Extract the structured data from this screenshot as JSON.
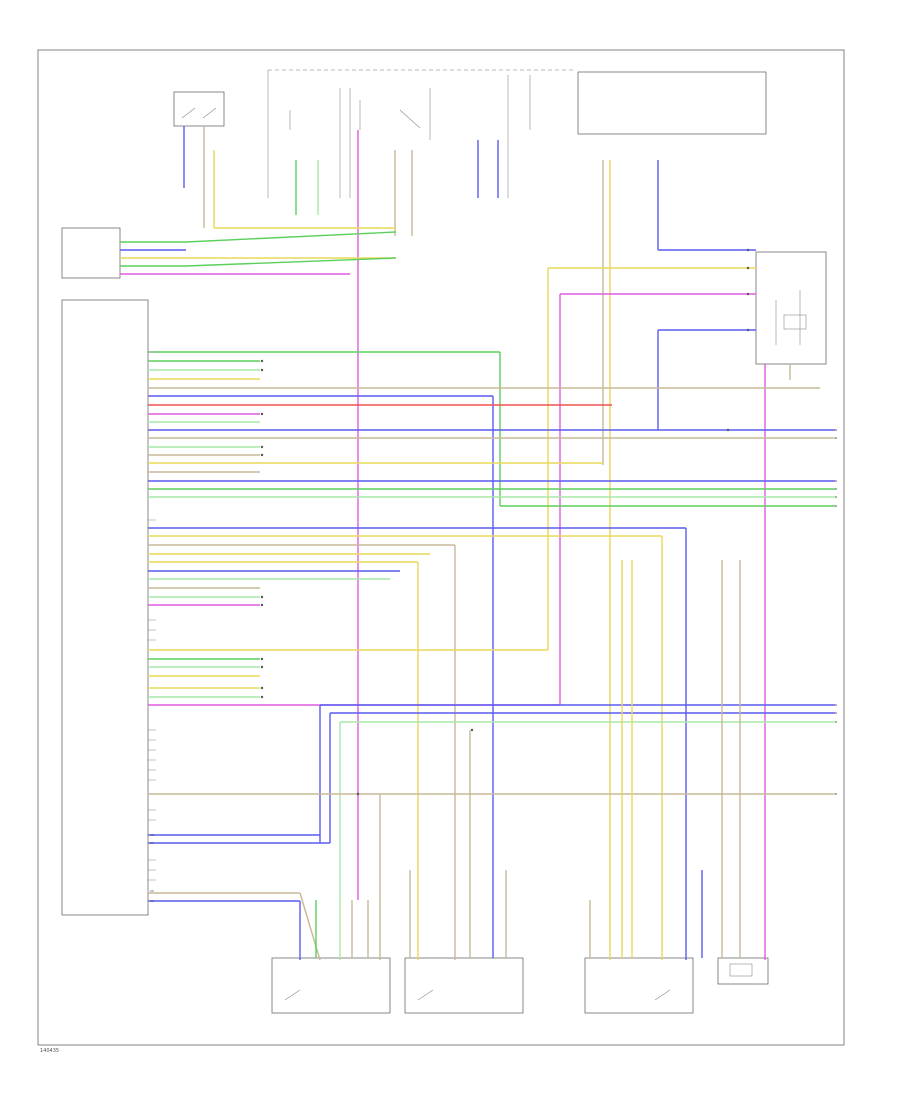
{
  "diagram_id": "140435",
  "colors": {
    "blue": "#5a5cf0",
    "green": "#5ad05a",
    "yellow": "#e8d85a",
    "magenta": "#e05ae0",
    "red": "#f05050",
    "tan": "#c8b898",
    "lightgreen": "#a8e8a8",
    "gray": "#8a8a8a",
    "frame": "#777777"
  },
  "connectors": {
    "c18": "18",
    "c25": "25",
    "c29": "29",
    "c30": "30"
  }
}
